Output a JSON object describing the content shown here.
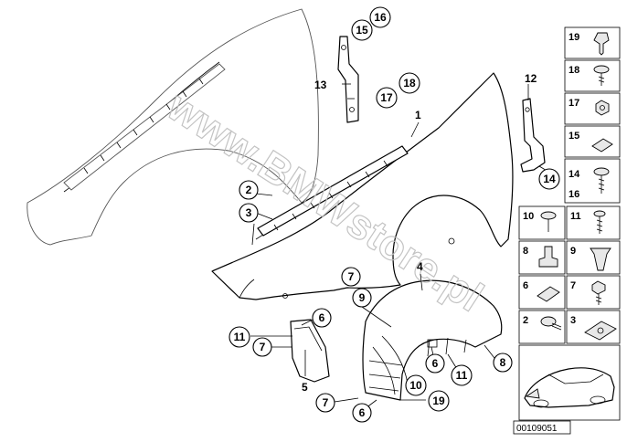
{
  "diagram": {
    "callouts": {
      "c1": "1",
      "c2": "2",
      "c3": "3",
      "c4": "4",
      "c5": "5",
      "c6a": "6",
      "c6b": "6",
      "c6c": "6",
      "c7a": "7",
      "c7b": "7",
      "c7c": "7",
      "c8": "8",
      "c9": "9",
      "c10": "10",
      "c11a": "11",
      "c11b": "11",
      "c12": "12",
      "c13": "13",
      "c14": "14",
      "c15": "15",
      "c16": "16",
      "c17": "17",
      "c18": "18",
      "c19": "19"
    },
    "parts_panel": [
      {
        "key": "p19",
        "label": "19"
      },
      {
        "key": "p18",
        "label": "18"
      },
      {
        "key": "p17",
        "label": "17"
      },
      {
        "key": "p15",
        "label": "15"
      },
      {
        "key": "p14",
        "label": "14"
      },
      {
        "key": "p16",
        "label": "16"
      },
      {
        "key": "p10",
        "label": "10"
      },
      {
        "key": "p11",
        "label": "11"
      },
      {
        "key": "p8",
        "label": "8"
      },
      {
        "key": "p9",
        "label": "9"
      },
      {
        "key": "p6",
        "label": "6"
      },
      {
        "key": "p7",
        "label": "7"
      },
      {
        "key": "p2",
        "label": "2"
      },
      {
        "key": "p3",
        "label": "3"
      }
    ],
    "watermark": "www.BMWstore.pl",
    "reference_code": "00109051"
  }
}
